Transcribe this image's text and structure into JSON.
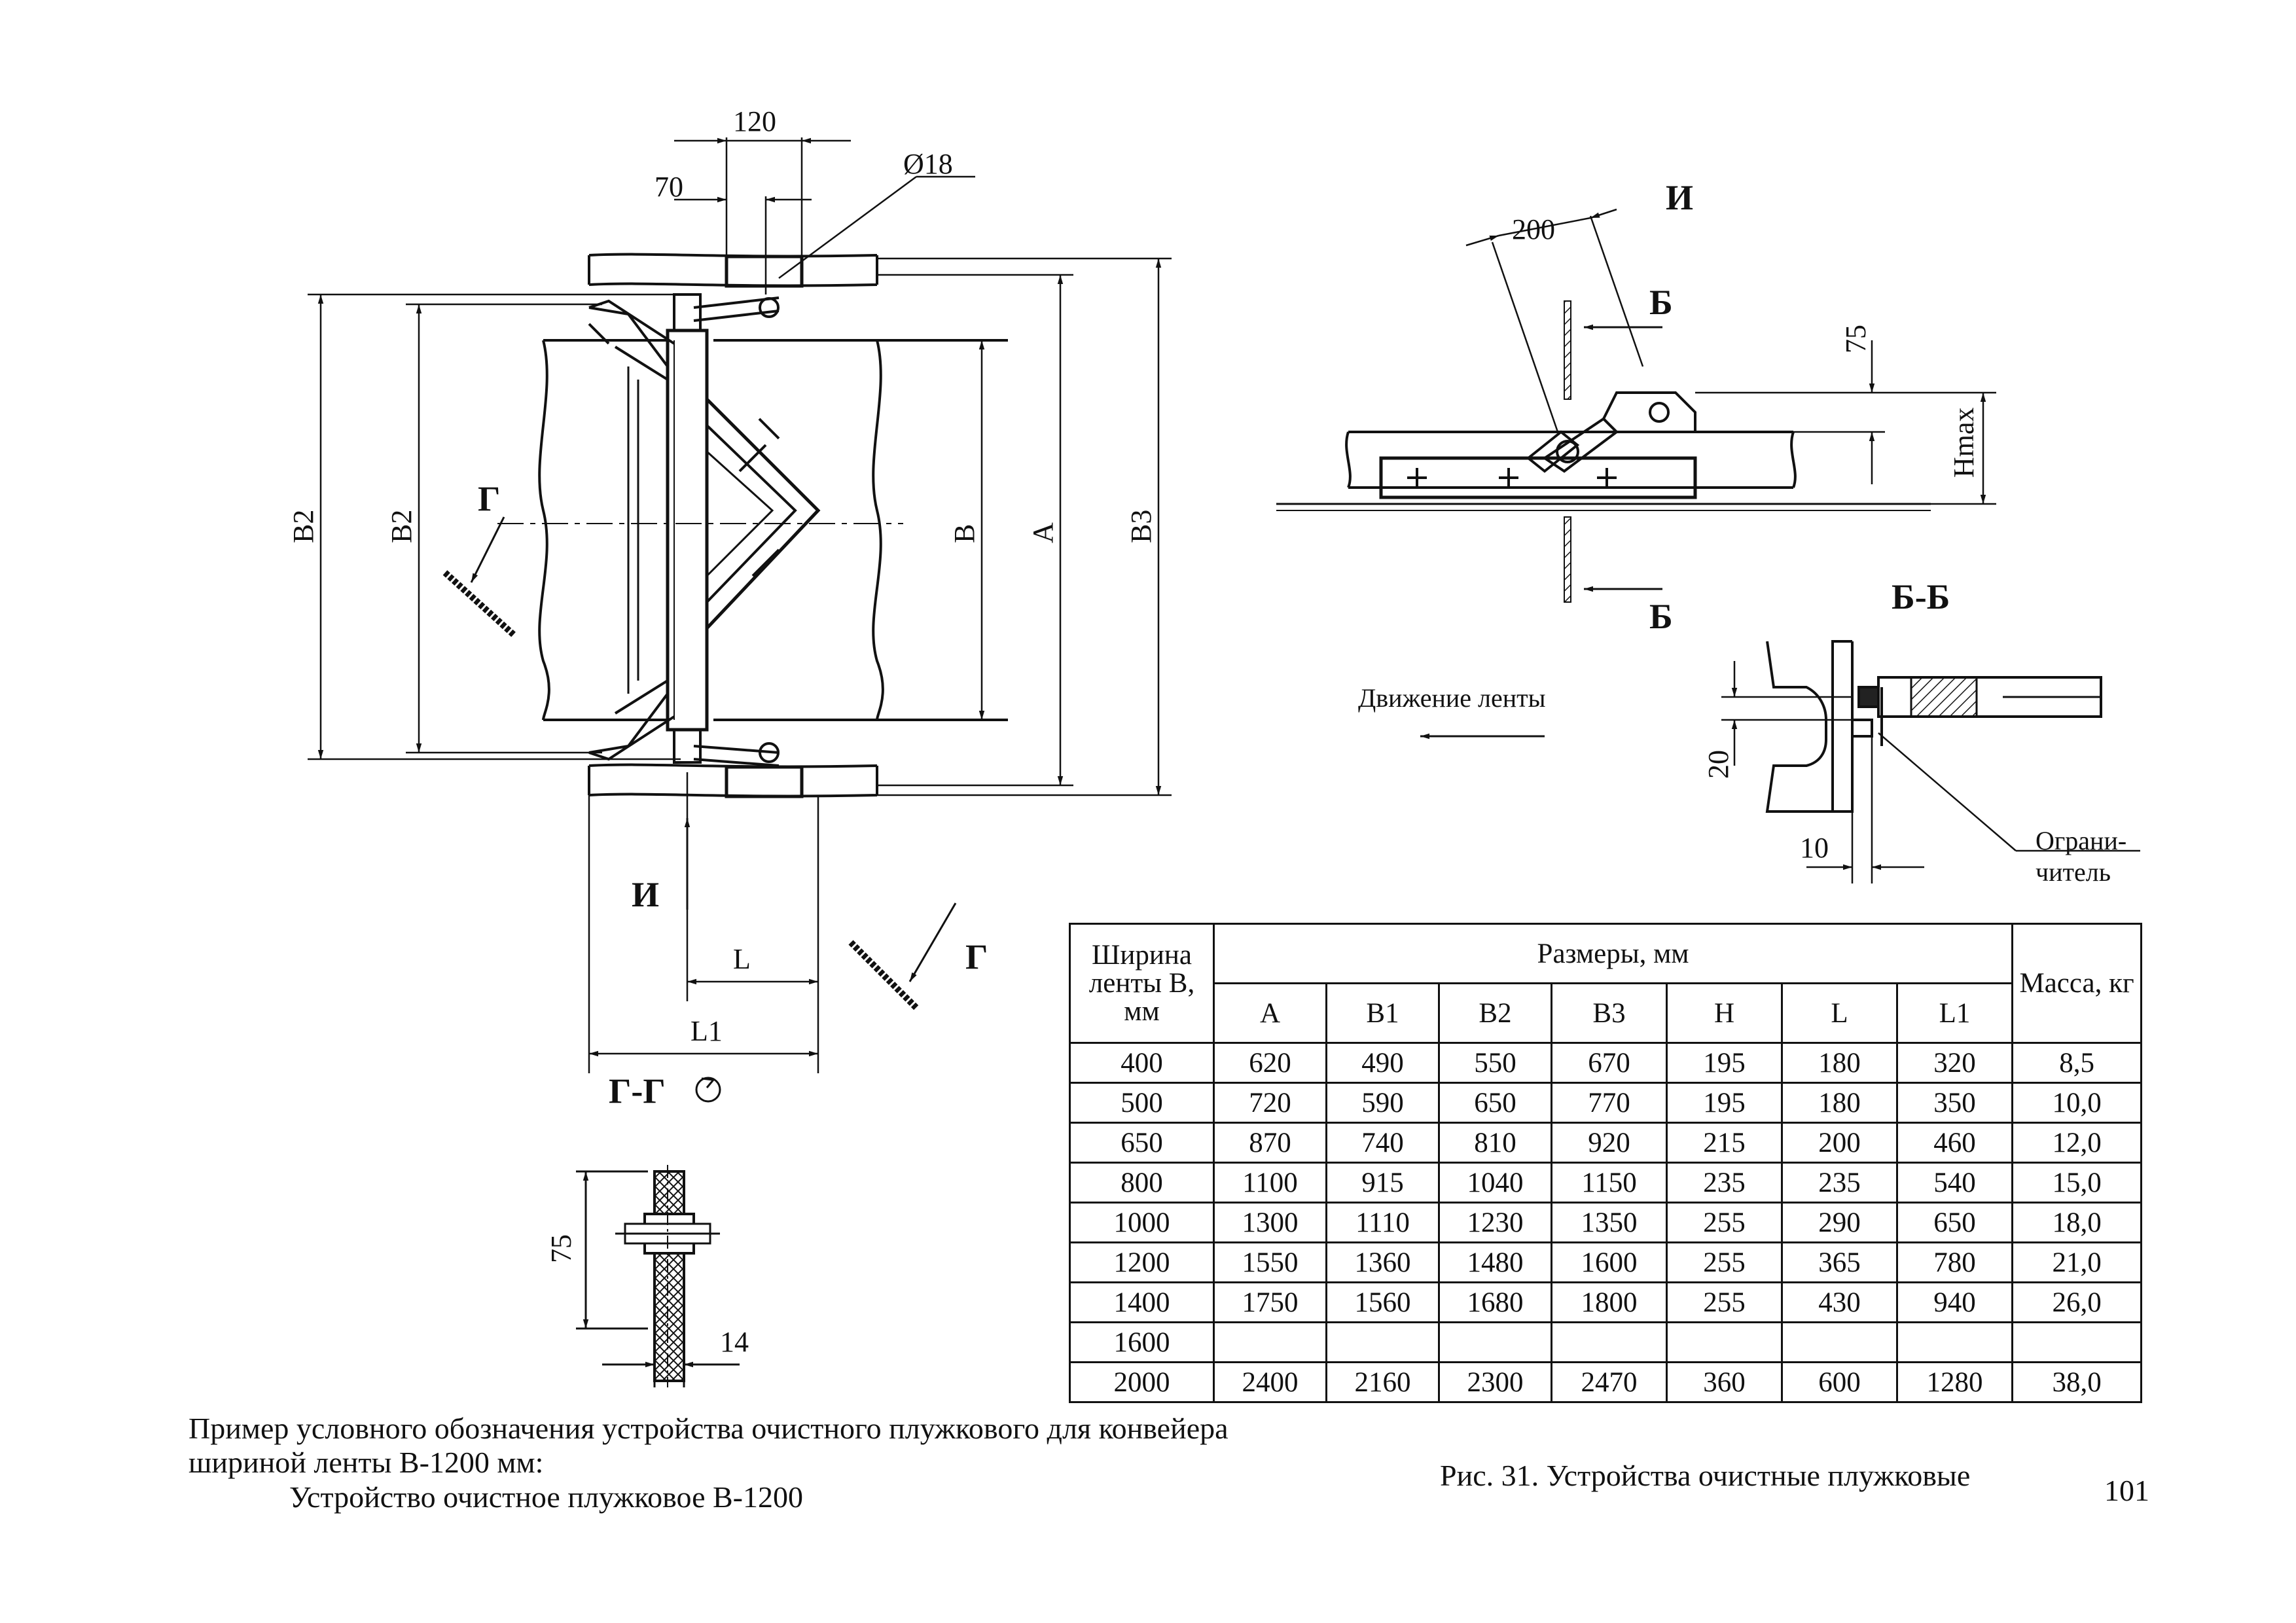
{
  "drawing": {
    "dims_top": {
      "d120": "120",
      "d70": "70",
      "d18": "Ø18"
    },
    "dims_left": {
      "b2a": "B2",
      "b2b": "B2",
      "b": "B",
      "a": "A",
      "b3": "B3"
    },
    "bottom_dims": {
      "l": "L",
      "l1": "L1"
    },
    "section_marks": {
      "g_left": "Г",
      "g_right": "Г",
      "i_bottom": "И",
      "gg": "Г-Г"
    },
    "detail_gg": {
      "d75": "75",
      "d14": "14"
    },
    "view_i": {
      "title": "И",
      "d200": "200",
      "d75": "75",
      "hmax": "Hmax",
      "b_top": "Б",
      "b_bottom": "Б"
    },
    "section_bb": {
      "title": "Б-Б",
      "d20": "20",
      "d10": "10",
      "limiter": "Ограни-\nчитель"
    },
    "movement": "Движение ленты"
  },
  "table": {
    "header_width": "Ширина ленты B, мм",
    "header_sizes": "Размеры, мм",
    "header_mass": "Масса, кг",
    "columns": [
      "A",
      "B1",
      "B2",
      "B3",
      "H",
      "L",
      "L1"
    ],
    "rows": [
      [
        "400",
        "620",
        "490",
        "550",
        "670",
        "195",
        "180",
        "320",
        "8,5"
      ],
      [
        "500",
        "720",
        "590",
        "650",
        "770",
        "195",
        "180",
        "350",
        "10,0"
      ],
      [
        "650",
        "870",
        "740",
        "810",
        "920",
        "215",
        "200",
        "460",
        "12,0"
      ],
      [
        "800",
        "1100",
        "915",
        "1040",
        "1150",
        "235",
        "235",
        "540",
        "15,0"
      ],
      [
        "1000",
        "1300",
        "1110",
        "1230",
        "1350",
        "255",
        "290",
        "650",
        "18,0"
      ],
      [
        "1200",
        "1550",
        "1360",
        "1480",
        "1600",
        "255",
        "365",
        "780",
        "21,0"
      ],
      [
        "1400",
        "1750",
        "1560",
        "1680",
        "1800",
        "255",
        "430",
        "940",
        "26,0"
      ],
      [
        "1600",
        "",
        "",
        "",
        "",
        "",
        "",
        "",
        ""
      ],
      [
        "2000",
        "2400",
        "2160",
        "2300",
        "2470",
        "360",
        "600",
        "1280",
        "38,0"
      ]
    ]
  },
  "note": {
    "line1": "Пример условного обозначения устройства очистного плужкового для конвейера",
    "line2": "шириной ленты B-1200 мм:",
    "line3": "Устройство очистное плужковое B-1200"
  },
  "figure_caption": "Рис. 31. Устройства очистные плужковые",
  "page_number": "101"
}
